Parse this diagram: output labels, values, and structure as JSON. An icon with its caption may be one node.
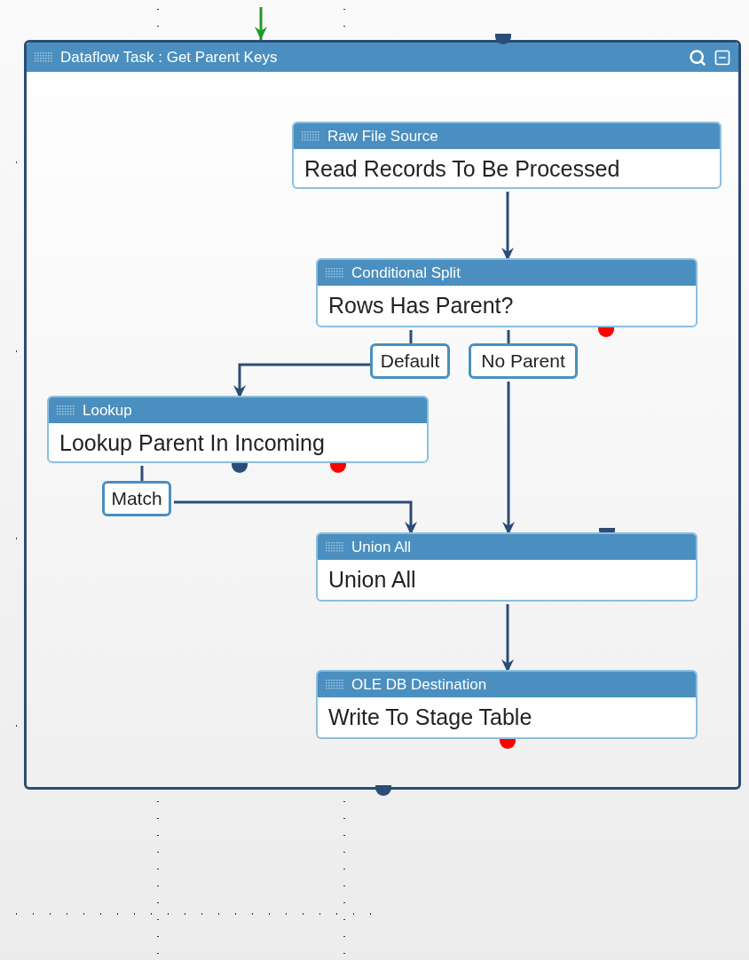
{
  "diagram": {
    "nodes": [
      {
        "text": [
          "Dataflow Task : Get Parent Keys"
        ]
      },
      {
        "text": [
          "Raw File Source",
          "Read Records To Be Processed"
        ],
        "in": 0
      },
      {
        "text": [
          "Conditional Split",
          "Rows Has Parent?"
        ],
        "in": 0
      },
      {
        "text": [
          "Default"
        ],
        "in": 0
      },
      {
        "text": [
          "No Parent"
        ],
        "in": 0
      },
      {
        "text": [
          "Lookup",
          "Lookup Parent In Incoming"
        ],
        "in": 0
      },
      {
        "text": [
          "Match"
        ],
        "in": 0
      },
      {
        "text": [
          "Union All",
          "Union All"
        ],
        "in": 0
      },
      {
        "text": [
          "OLE DB Destination",
          "Write To Stage Table"
        ],
        "in": 0
      }
    ],
    "edges": [
      {
        "from": null,
        "to": 0,
        "arrow": "to",
        "color": "#1f9a2a"
      },
      {
        "from": 1,
        "to": 2,
        "arrow": "to"
      },
      {
        "from": 2,
        "to": 3,
        "arrow": "none"
      },
      {
        "from": 3,
        "to": 5,
        "arrow": "to"
      },
      {
        "from": 2,
        "to": 4,
        "arrow": "none"
      },
      {
        "from": 4,
        "to": 7,
        "arrow": "to"
      },
      {
        "from": 5,
        "to": 6,
        "arrow": "none"
      },
      {
        "from": 6,
        "to": 7,
        "arrow": "to"
      },
      {
        "from": 7,
        "to": 8,
        "arrow": "to"
      }
    ]
  }
}
